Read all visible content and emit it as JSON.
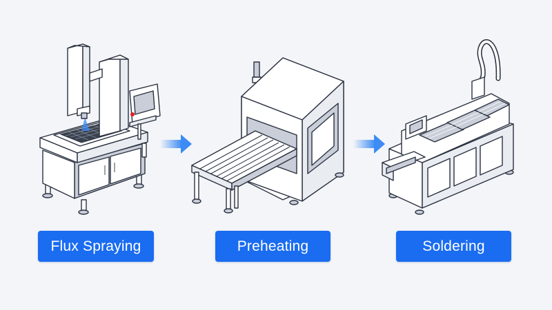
{
  "steps": [
    {
      "label": "Flux Spraying",
      "icon": "flux-spraying-machine-icon"
    },
    {
      "label": "Preheating",
      "icon": "preheating-oven-conveyor-icon"
    },
    {
      "label": "Soldering",
      "icon": "soldering-station-icon"
    }
  ],
  "colors": {
    "accent": "#1a6cf0",
    "background": "#f3f5f8",
    "arrow": "#3d8bf5"
  }
}
